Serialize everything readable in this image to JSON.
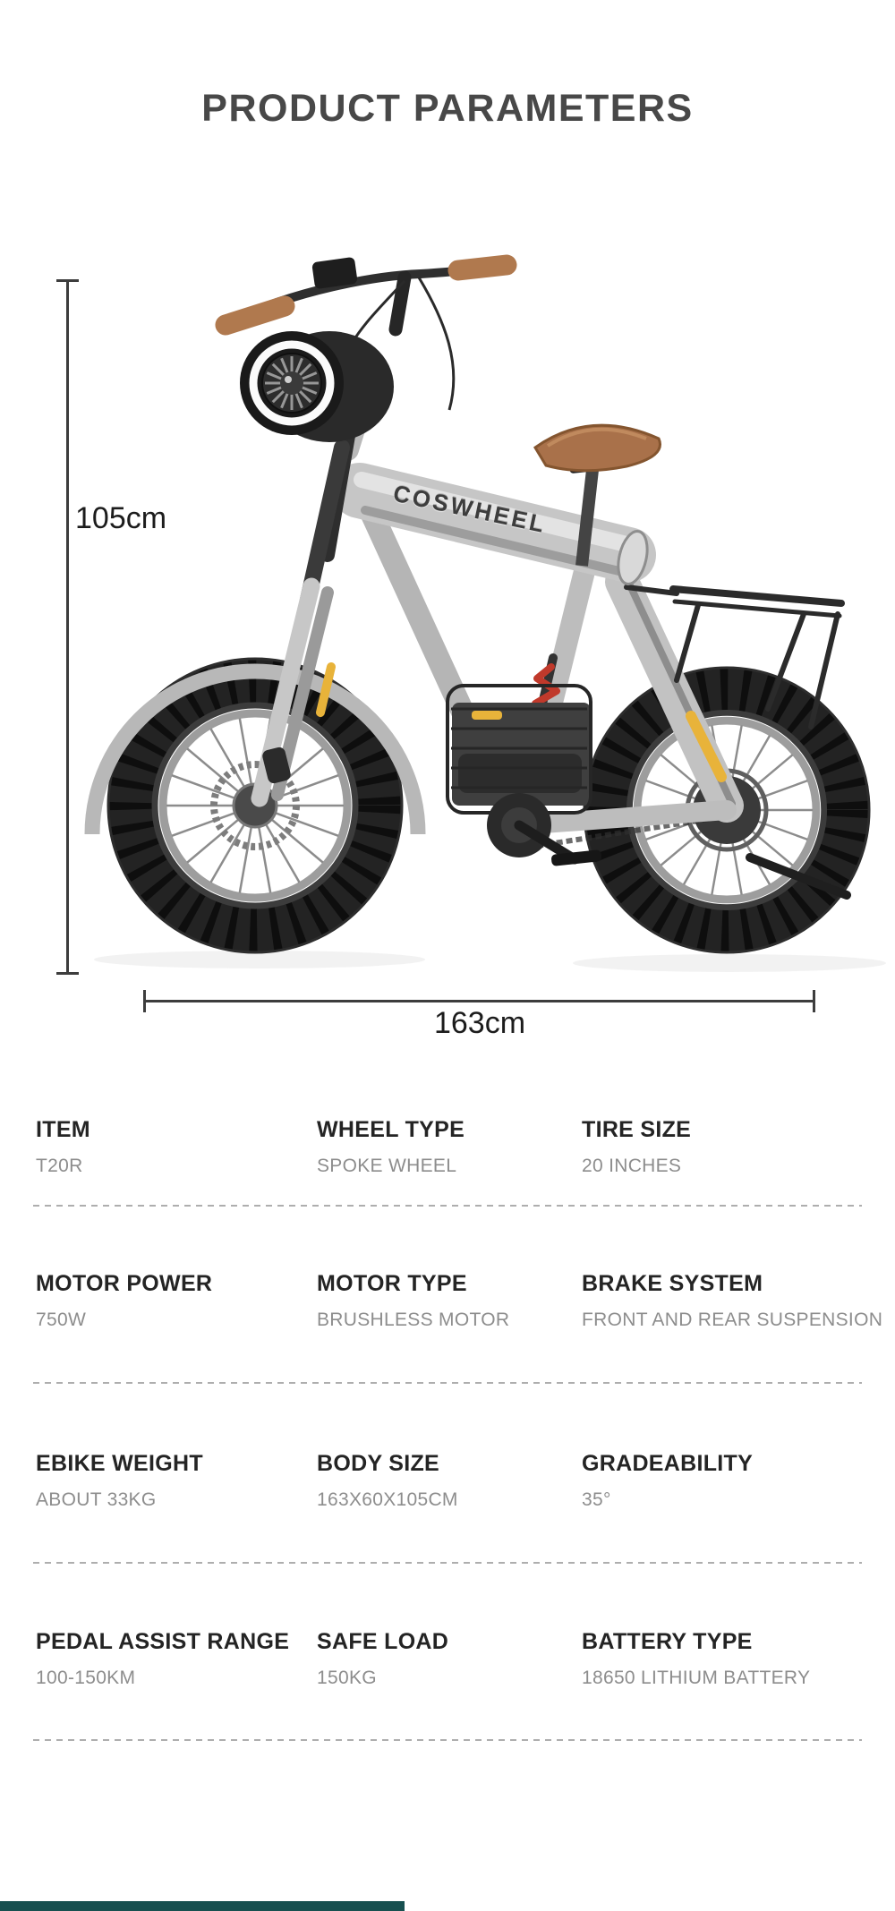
{
  "title": "PRODUCT PARAMETERS",
  "diagram": {
    "brand_logo": "COSWHEEL",
    "height_label": "105cm",
    "width_label": "163cm"
  },
  "specs": {
    "rows": [
      {
        "cells": [
          {
            "label": "ITEM",
            "value": "T20R"
          },
          {
            "label": "WHEEL TYPE",
            "value": "SPOKE WHEEL"
          },
          {
            "label": "TIRE SIZE",
            "value": "20 INCHES"
          }
        ]
      },
      {
        "cells": [
          {
            "label": "MOTOR POWER",
            "value": "750W"
          },
          {
            "label": "MOTOR TYPE",
            "value": "BRUSHLESS MOTOR"
          },
          {
            "label": "BRAKE SYSTEM",
            "value": "FRONT AND REAR SUSPENSION"
          }
        ]
      },
      {
        "cells": [
          {
            "label": "EBIKE WEIGHT",
            "value": "ABOUT 33KG"
          },
          {
            "label": "BODY SIZE",
            "value": "163X60X105CM"
          },
          {
            "label": "GRADEABILITY",
            "value": "35°"
          }
        ]
      },
      {
        "cells": [
          {
            "label": "PEDAL ASSIST RANGE",
            "value": "100-150KM"
          },
          {
            "label": "SAFE LOAD",
            "value": "150KG"
          },
          {
            "label": "BATTERY TYPE",
            "value": "18650 LITHIUM BATTERY"
          }
        ]
      }
    ]
  },
  "colors": {
    "title_text": "#484848",
    "spec_label": "#242424",
    "spec_value": "#8d8d8d",
    "dimension_line": "#3d3d3d",
    "divider_dash": "#aeaeae",
    "accent_bar_teal": "#175050",
    "reflector_yellow": "#e8b33a",
    "shock_red": "#c0392b",
    "saddle_brown": "#a9714a",
    "frame_silver": "#c6c6c6",
    "tire_black": "#232323"
  }
}
